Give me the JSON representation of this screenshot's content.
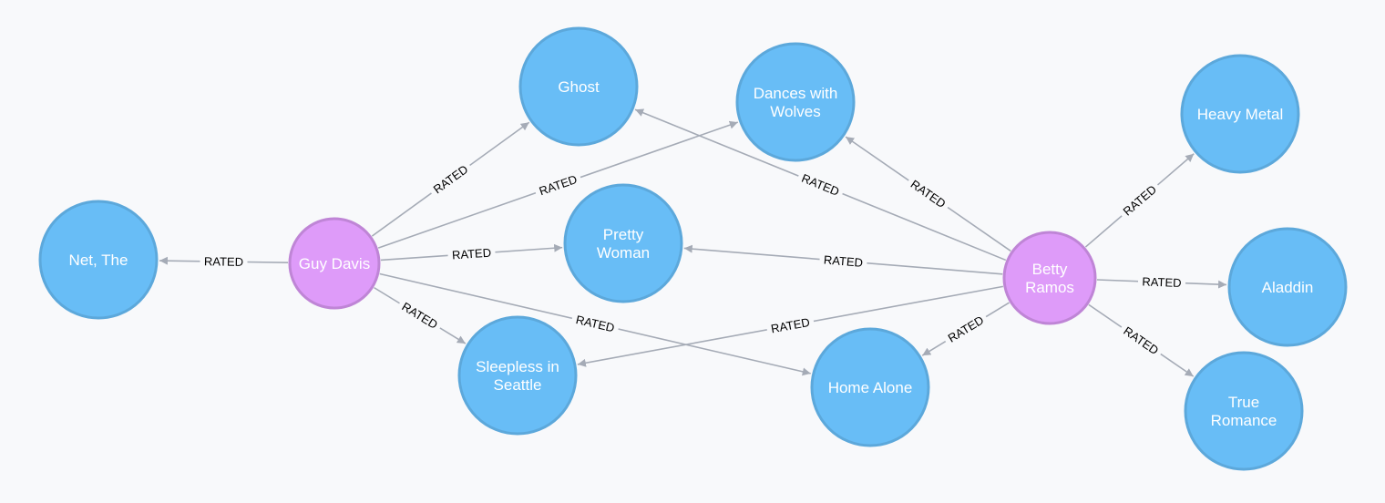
{
  "colors": {
    "background": "#f8f9fb",
    "movie_fill": "#68bdf6",
    "movie_stroke": "#5ca8db",
    "person_fill": "#de9bf9",
    "person_stroke": "#bf85d6",
    "edge": "#a5abb6",
    "label": "#000000"
  },
  "nodes": [
    {
      "id": "net_the",
      "kind": "movie",
      "lines": [
        "Net, The"
      ]
    },
    {
      "id": "guy_davis",
      "kind": "person",
      "lines": [
        "Guy Davis"
      ]
    },
    {
      "id": "ghost",
      "kind": "movie",
      "lines": [
        "Ghost"
      ]
    },
    {
      "id": "dances_with_wolves",
      "kind": "movie",
      "lines": [
        "Dances with",
        "Wolves"
      ]
    },
    {
      "id": "pretty_woman",
      "kind": "movie",
      "lines": [
        "Pretty",
        "Woman"
      ]
    },
    {
      "id": "sleepless_in_seattle",
      "kind": "movie",
      "lines": [
        "Sleepless in",
        "Seattle"
      ]
    },
    {
      "id": "home_alone",
      "kind": "movie",
      "lines": [
        "Home Alone"
      ]
    },
    {
      "id": "betty_ramos",
      "kind": "person",
      "lines": [
        "Betty",
        "Ramos"
      ]
    },
    {
      "id": "heavy_metal",
      "kind": "movie",
      "lines": [
        "Heavy Metal"
      ]
    },
    {
      "id": "aladdin",
      "kind": "movie",
      "lines": [
        "Aladdin"
      ]
    },
    {
      "id": "true_romance",
      "kind": "movie",
      "lines": [
        "True",
        "Romance"
      ]
    }
  ],
  "relationships": [
    {
      "from": "guy_davis",
      "to": "net_the",
      "label": "RATED"
    },
    {
      "from": "guy_davis",
      "to": "ghost",
      "label": "RATED"
    },
    {
      "from": "guy_davis",
      "to": "dances_with_wolves",
      "label": "RATED"
    },
    {
      "from": "guy_davis",
      "to": "pretty_woman",
      "label": "RATED"
    },
    {
      "from": "guy_davis",
      "to": "sleepless_in_seattle",
      "label": "RATED"
    },
    {
      "from": "guy_davis",
      "to": "home_alone",
      "label": "RATED"
    },
    {
      "from": "betty_ramos",
      "to": "ghost",
      "label": "RATED"
    },
    {
      "from": "betty_ramos",
      "to": "dances_with_wolves",
      "label": "RATED"
    },
    {
      "from": "betty_ramos",
      "to": "pretty_woman",
      "label": "RATED"
    },
    {
      "from": "betty_ramos",
      "to": "sleepless_in_seattle",
      "label": "RATED"
    },
    {
      "from": "betty_ramos",
      "to": "home_alone",
      "label": "RATED"
    },
    {
      "from": "betty_ramos",
      "to": "heavy_metal",
      "label": "RATED"
    },
    {
      "from": "betty_ramos",
      "to": "aladdin",
      "label": "RATED"
    },
    {
      "from": "betty_ramos",
      "to": "true_romance",
      "label": "RATED"
    }
  ]
}
